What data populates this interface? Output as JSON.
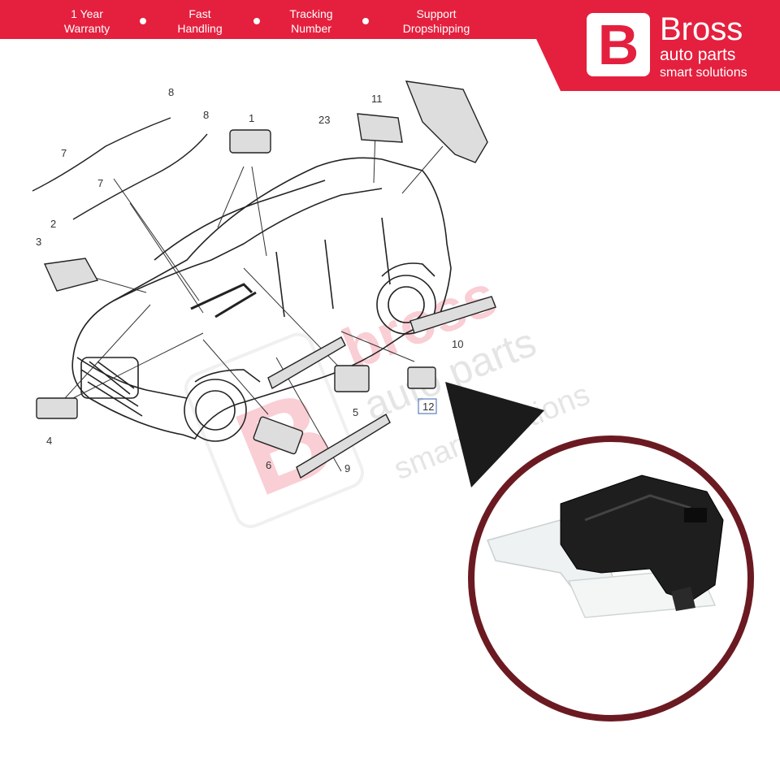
{
  "banner": {
    "features": [
      {
        "line1": "1 Year",
        "line2": "Warranty"
      },
      {
        "line1": "Fast",
        "line2": "Handling"
      },
      {
        "line1": "Tracking",
        "line2": "Number"
      },
      {
        "line1": "Support",
        "line2": "Dropshipping"
      }
    ],
    "colors": {
      "banner": "#e4203e",
      "text": "#ffffff"
    }
  },
  "logo": {
    "letter": "B",
    "name": "Bross",
    "sub": "auto parts",
    "tagline": "smart solutions"
  },
  "watermark": {
    "letter": "B",
    "name": "bross",
    "sub": "auto parts",
    "tagline": "smart solutions"
  },
  "diagram": {
    "callouts": [
      "8",
      "8",
      "1",
      "23",
      "11",
      "7",
      "7",
      "2",
      "3",
      "10",
      "5",
      "12",
      "4",
      "6",
      "9"
    ],
    "highlighted_part": "12",
    "circle_color": "#6b1a22"
  }
}
